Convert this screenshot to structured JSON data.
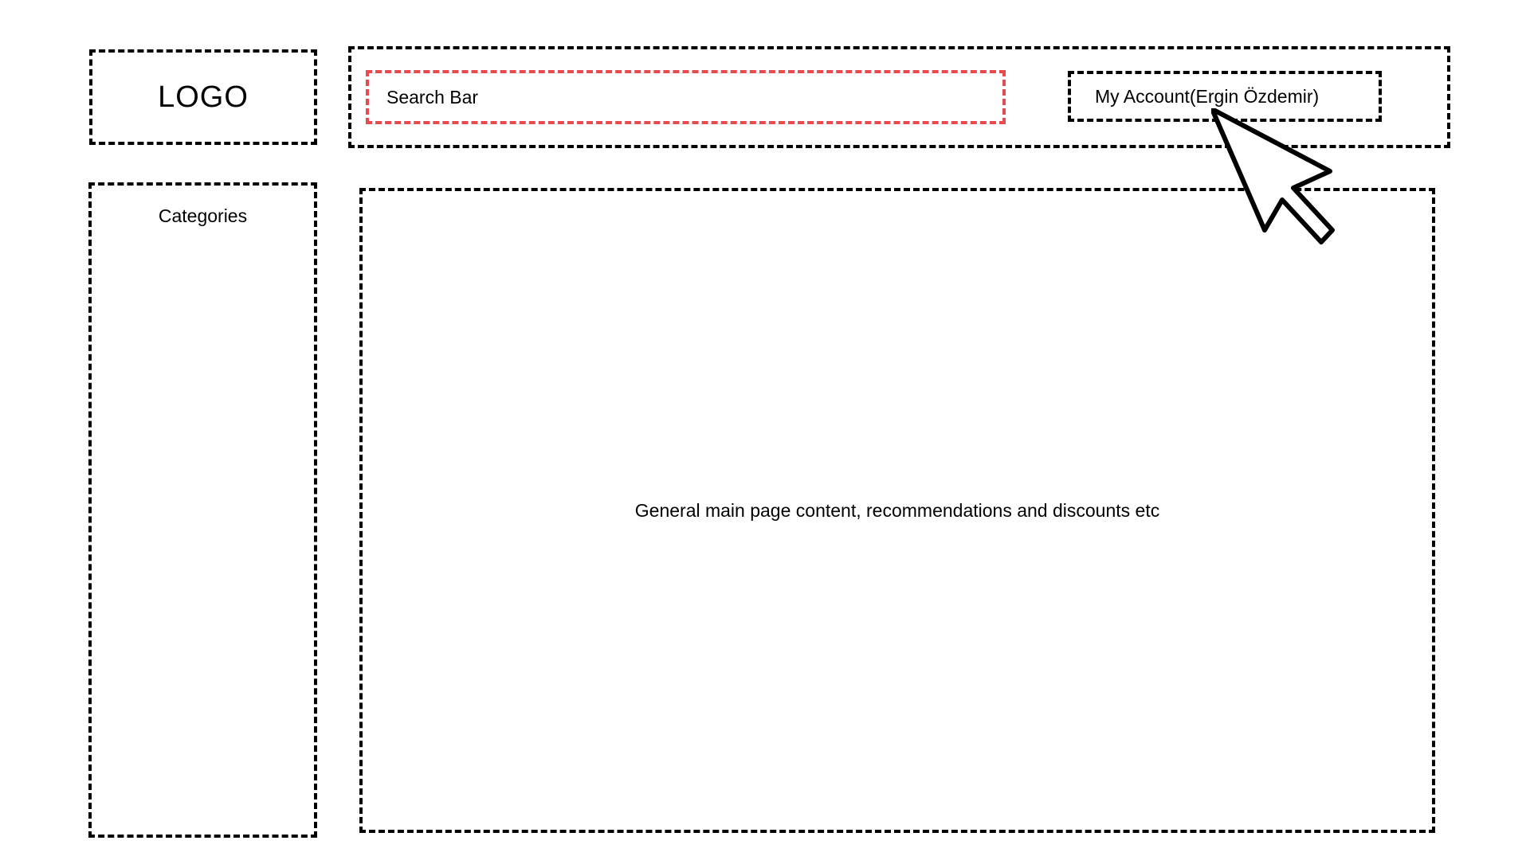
{
  "logo": {
    "text": "LOGO"
  },
  "header": {
    "search": {
      "label": "Search Bar"
    },
    "account": {
      "label": "My Account(Ergin Özdemir)"
    }
  },
  "sidebar": {
    "title": "Categories"
  },
  "main": {
    "content_text": "General main page content, recommendations and discounts etc"
  },
  "colors": {
    "search_border": "#e84b4f",
    "frame_border": "#000000",
    "background": "#ffffff"
  },
  "icons": {
    "pointer": "mouse-pointer-icon"
  }
}
